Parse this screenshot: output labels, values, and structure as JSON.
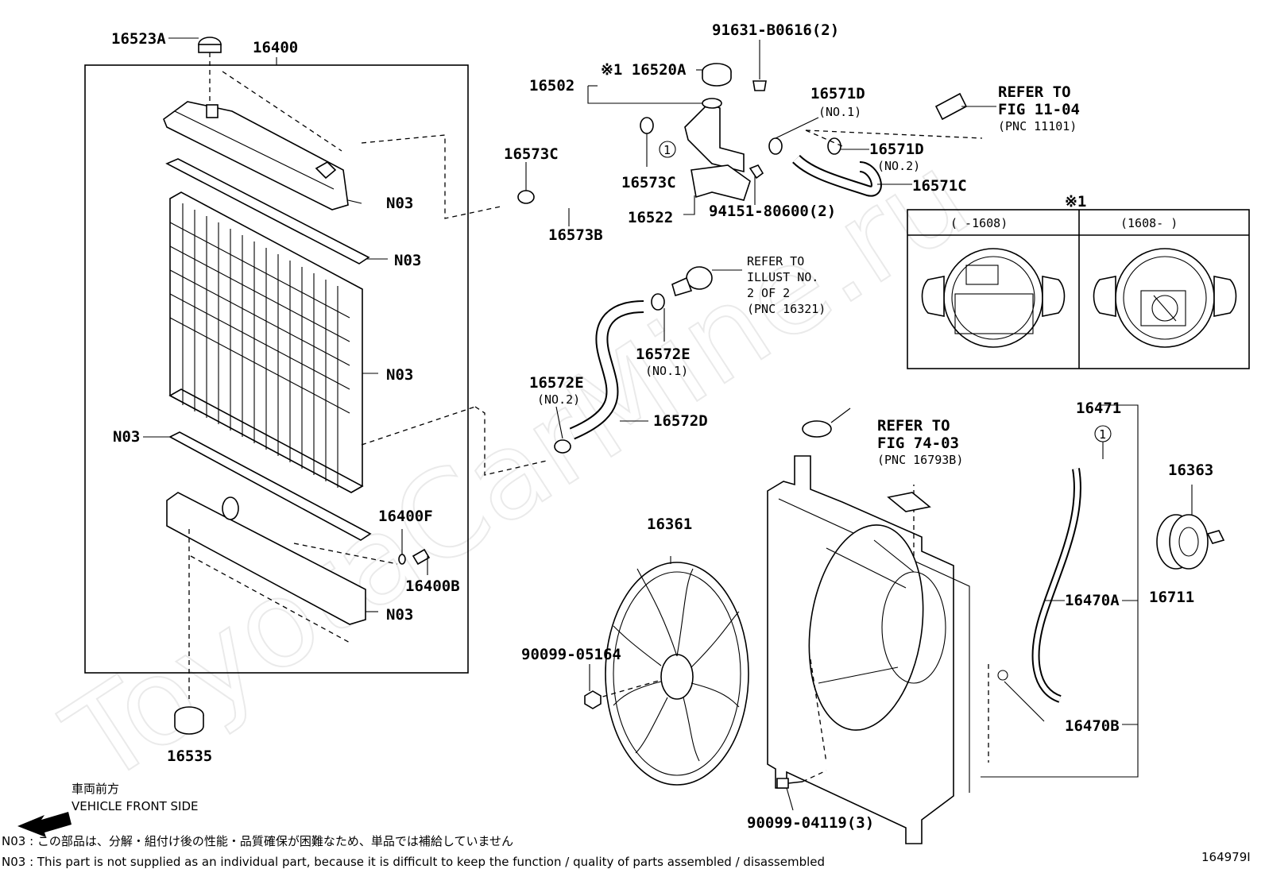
{
  "watermark": "ToyotaCarMine.ru",
  "labels": {
    "p16523A": "16523A",
    "p16400": "16400",
    "n03_a": "N03",
    "n03_b": "N03",
    "n03_c": "N03",
    "n03_d": "N03",
    "n03_e": "N03",
    "p16400F": "16400F",
    "p16400B": "16400B",
    "p16535": "16535",
    "p16502": "16502",
    "p16520A": "※1 16520A",
    "p91631": "91631-B0616(2)",
    "p16571D_1": "16571D",
    "no1_a": "(NO.1)",
    "p16571D_2": "16571D",
    "no2_a": "(NO.2)",
    "p16571C": "16571C",
    "p16573C_1": "16573C",
    "p16573C_2": "16573C",
    "p16573B": "16573B",
    "p16522": "16522",
    "p94151": "94151-80600(2)",
    "p16572E_1": "16572E",
    "no1_b": "(NO.1)",
    "p16572E_2": "16572E",
    "no2_b": "(NO.2)",
    "p16572D": "16572D",
    "p16471": "16471",
    "p16361": "16361",
    "p16363": "16363",
    "p16470A": "16470A",
    "p16711": "16711",
    "p16470B": "16470B",
    "p90099_05164": "90099-05164",
    "p90099_04119": "90099-04119(3)",
    "circle1_a": "1",
    "circle1_b": "1"
  },
  "refs": {
    "ref_fig_11_04": [
      "REFER TO",
      "FIG 11-04",
      "(PNC 11101)"
    ],
    "ref_illust": [
      "REFER TO",
      "ILLUST NO.",
      "2 OF 2",
      "(PNC 16321)"
    ],
    "ref_fig_74_03": [
      "REFER TO",
      "FIG 74-03",
      "(PNC 16793B)"
    ]
  },
  "inset": {
    "marker": "※1",
    "left_header": "(    -1608)",
    "right_header": "(1608-     )"
  },
  "direction": {
    "jp": "車両前方",
    "en": "VEHICLE FRONT SIDE"
  },
  "notes": {
    "jp": "N03 : この部品は、分解・組付け後の性能・品質確保が困難なため、単品では補給していません",
    "en": "N03 : This part is not supplied as an individual part, because it is difficult to keep the function / quality of parts assembled / disassembled"
  },
  "figure_id": "164979I"
}
